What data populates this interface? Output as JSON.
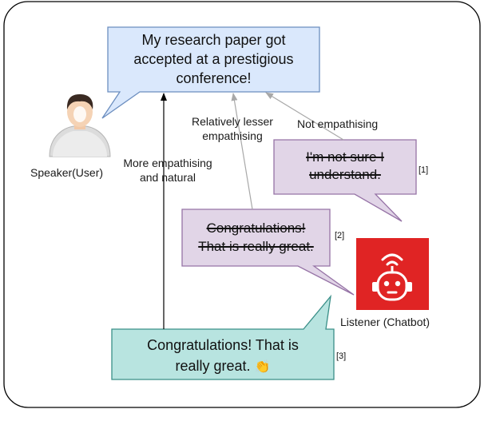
{
  "speaker": {
    "label": "Speaker(User)",
    "message": [
      "My research paper got",
      "accepted at a prestigious",
      "conference!"
    ]
  },
  "listener": {
    "label": "Listener (Chatbot)",
    "icon": "robot-icon"
  },
  "responses": [
    {
      "ref": "[1]",
      "lines": [
        "I'm not sure I",
        "understand."
      ],
      "struck": true,
      "arrow_label": [
        "Not empathising"
      ]
    },
    {
      "ref": "[2]",
      "lines": [
        "Congratulations!",
        "That is really great."
      ],
      "struck": true,
      "arrow_label": [
        "Relatively lesser",
        "empathising"
      ]
    },
    {
      "ref": "[3]",
      "lines": [
        "Congratulations! That is",
        "really great."
      ],
      "emoji": "👏",
      "struck": false,
      "arrow_label": [
        "More empathising",
        "and natural"
      ]
    }
  ],
  "colors": {
    "speaker_bubble_fill": "#dae8fc",
    "speaker_bubble_stroke": "#6c8ebf",
    "rejected_bubble_fill": "#e1d5e7",
    "rejected_bubble_stroke": "#9673a6",
    "accepted_bubble_fill": "#b8e4e0",
    "accepted_bubble_stroke": "#3a8f88",
    "robot_fill": "#e02020",
    "weak_arrow": "#a8a8a8",
    "strong_arrow": "#000000"
  }
}
